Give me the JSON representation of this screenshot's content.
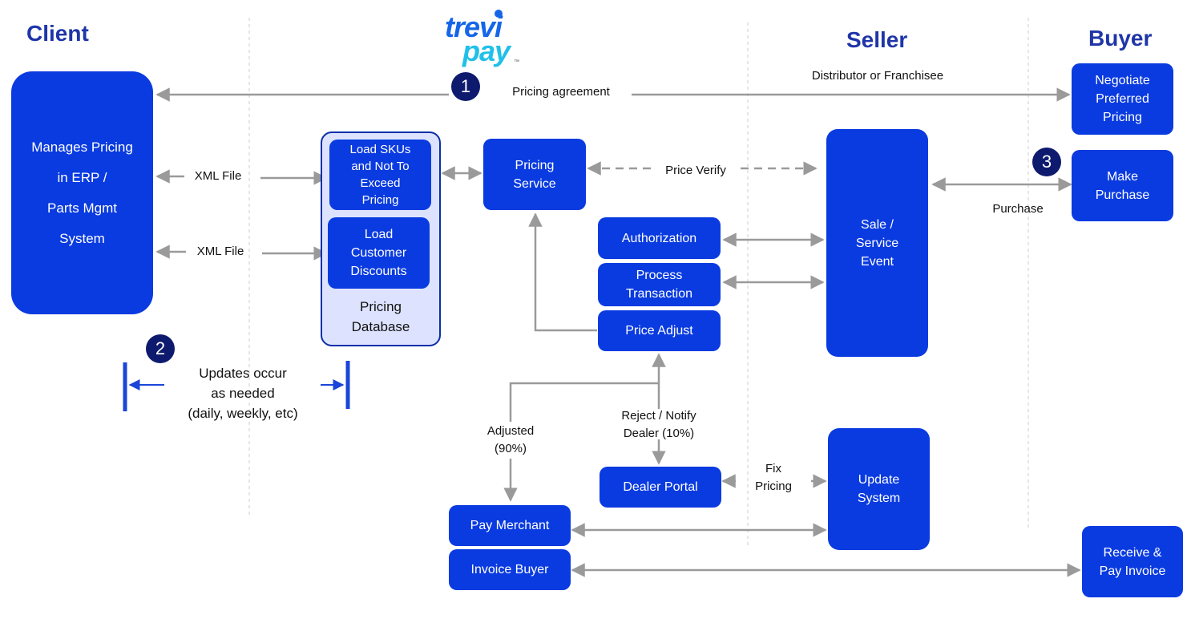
{
  "columns": {
    "client": "Client",
    "seller": "Seller",
    "buyer": "Buyer"
  },
  "logo": {
    "line1": "trevi",
    "line2": "pay",
    "tm": "™"
  },
  "steps": {
    "one": "1",
    "two": "2",
    "three": "3"
  },
  "client_box": "Manages Pricing\nin ERP /\nParts Mgmt\nSystem",
  "labels": {
    "pricing_agreement": "Pricing agreement",
    "distributor": "Distributor or Franchisee",
    "xml_file_1": "XML File",
    "xml_file_2": "XML File",
    "price_verify": "Price Verify",
    "purchase": "Purchase",
    "updates": "Updates occur\nas needed\n(daily, weekly, etc)",
    "adjusted": "Adjusted\n(90%)",
    "reject": "Reject / Notify\nDealer (10%)",
    "fix_pricing": "Fix\nPricing"
  },
  "boxes": {
    "load_skus": "Load SKUs\nand Not To\nExceed\nPricing",
    "load_discounts": "Load\nCustomer\nDiscounts",
    "pricing_database": "Pricing\nDatabase",
    "pricing_service": "Pricing\nService",
    "authorization": "Authorization",
    "process_transaction": "Process\nTransaction",
    "price_adjust": "Price Adjust",
    "dealer_portal": "Dealer Portal",
    "pay_merchant": "Pay Merchant",
    "invoice_buyer": "Invoice Buyer",
    "sale_event": "Sale /\nService\nEvent",
    "update_system": "Update\nSystem",
    "negotiate": "Negotiate\nPreferred\nPricing",
    "make_purchase": "Make\nPurchase",
    "receive_pay": "Receive &\nPay Invoice"
  },
  "colors": {
    "primary_box": "#0a3be0",
    "heading": "#1f35a8",
    "step_circle": "#0d1a6e",
    "arrow": "#9a9a9a",
    "logo_blue": "#1565e8",
    "logo_cyan": "#21c0e8"
  }
}
